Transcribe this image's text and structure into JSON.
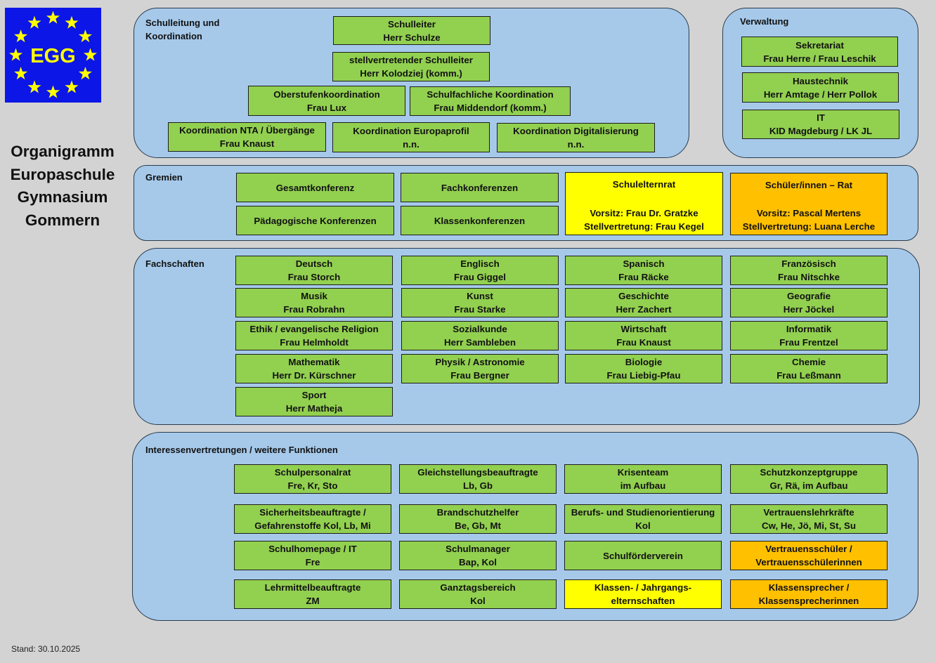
{
  "logo": {
    "text": "EGG",
    "star_count": 12,
    "background": "#0c16e6",
    "star_color": "#ffff00"
  },
  "title": {
    "line1": "Organigramm",
    "line2": "Europaschule",
    "line3": "Gymnasium",
    "line4": "Gommern"
  },
  "footer": {
    "stand": "Stand: 30.10.2025"
  },
  "colors": {
    "panel": "#a6c9ea",
    "green": "#92d050",
    "yellow": "#ffff00",
    "orange": "#ffc000",
    "background": "#d3d3d3"
  },
  "schulleitung": {
    "label_line1": "Schulleitung und",
    "label_line2": "Koordination",
    "boxes": [
      {
        "title": "Schulleiter",
        "name": "Herr Schulze"
      },
      {
        "title": "stellvertretender Schulleiter",
        "name": "Herr Kolodziej (komm.)"
      },
      {
        "title": "Oberstufenkoordination",
        "name": "Frau Lux"
      },
      {
        "title": "Schulfachliche Koordination",
        "name": "Frau Middendorf (komm.)"
      },
      {
        "title": "Koordination  NTA / Übergänge",
        "name": "Frau Knaust"
      },
      {
        "title": "Koordination Europaprofil",
        "name": "n.n."
      },
      {
        "title": "Koordination Digitalisierung",
        "name": "n.n."
      }
    ]
  },
  "verwaltung": {
    "label": "Verwaltung",
    "boxes": [
      {
        "title": "Sekretariat",
        "name": "Frau Herre / Frau Leschik"
      },
      {
        "title": "Haustechnik",
        "name": "Herr Amtage / Herr Pollok"
      },
      {
        "title": "IT",
        "name": "KID Magdeburg / LK JL"
      }
    ]
  },
  "gremien": {
    "label": "Gremien",
    "boxes": [
      {
        "title": "Gesamtkonferenz"
      },
      {
        "title": "Fachkonferenzen"
      },
      {
        "title": "Pädagogische Konferenzen"
      },
      {
        "title": "Klassenkonferenzen"
      },
      {
        "title": "Schulelternrat",
        "line2": "Vorsitz: Frau Dr. Gratzke",
        "line3": "Stellvertretung: Frau Kegel"
      },
      {
        "title": "Schüler/innen – Rat",
        "line2": "Vorsitz: Pascal Mertens",
        "line3": "Stellvertretung: Luana Lerche"
      }
    ]
  },
  "fachschaften": {
    "label": "Fachschaften",
    "boxes": [
      {
        "title": "Deutsch",
        "name": "Frau Storch"
      },
      {
        "title": "Englisch",
        "name": "Frau Giggel"
      },
      {
        "title": "Spanisch",
        "name": "Frau Räcke"
      },
      {
        "title": "Französisch",
        "name": "Frau Nitschke"
      },
      {
        "title": "Musik",
        "name": "Frau Robrahn"
      },
      {
        "title": "Kunst",
        "name": "Frau Starke"
      },
      {
        "title": "Geschichte",
        "name": "Herr Zachert"
      },
      {
        "title": "Geografie",
        "name": "Herr Jöckel"
      },
      {
        "title": "Ethik / evangelische Religion",
        "name": "Frau Helmholdt"
      },
      {
        "title": "Sozialkunde",
        "name": "Herr Sambleben"
      },
      {
        "title": "Wirtschaft",
        "name": "Frau Knaust"
      },
      {
        "title": "Informatik",
        "name": "Frau Frentzel"
      },
      {
        "title": "Mathematik",
        "name": "Herr Dr. Kürschner"
      },
      {
        "title": "Physik / Astronomie",
        "name": "Frau Bergner"
      },
      {
        "title": "Biologie",
        "name": "Frau Liebig-Pfau"
      },
      {
        "title": "Chemie",
        "name": "Frau Leßmann"
      },
      {
        "title": "Sport",
        "name": "Herr Matheja"
      }
    ]
  },
  "interessen": {
    "label": "Interessenvertretungen / weitere Funktionen",
    "boxes": [
      {
        "title": "Schulpersonalrat",
        "name": "Fre, Kr, Sto"
      },
      {
        "title": "Gleichstellungsbeauftragte",
        "name": "Lb, Gb"
      },
      {
        "title": "Krisenteam",
        "name": "im Aufbau"
      },
      {
        "title": "Schutzkonzeptgruppe",
        "name": "Gr, Rä, im Aufbau"
      },
      {
        "title": "Sicherheitsbeauftragte /",
        "name": "Gefahrenstoffe Kol, Lb, Mi"
      },
      {
        "title": "Brandschutzhelfer",
        "name": "Be, Gb, Mt"
      },
      {
        "title": "Berufs- und Studienorientierung",
        "name": "Kol"
      },
      {
        "title": "Vertrauenslehrkräfte",
        "name": "Cw, He, Jö, Mi, St, Su"
      },
      {
        "title": "Schulhomepage / IT",
        "name": "Fre"
      },
      {
        "title": "Schulmanager",
        "name": "Bap, Kol"
      },
      {
        "title": "Schulförderverein"
      },
      {
        "title": "Vertrauensschüler /",
        "name": "Vertrauensschülerinnen"
      },
      {
        "title": "Lehrmittelbeauftragte",
        "name": "ZM"
      },
      {
        "title": "Ganztagsbereich",
        "name": "Kol"
      },
      {
        "title": "Klassen- / Jahrgangs-",
        "name": "elternschaften"
      },
      {
        "title": "Klassensprecher /",
        "name": "Klassensprecherinnen"
      }
    ]
  }
}
